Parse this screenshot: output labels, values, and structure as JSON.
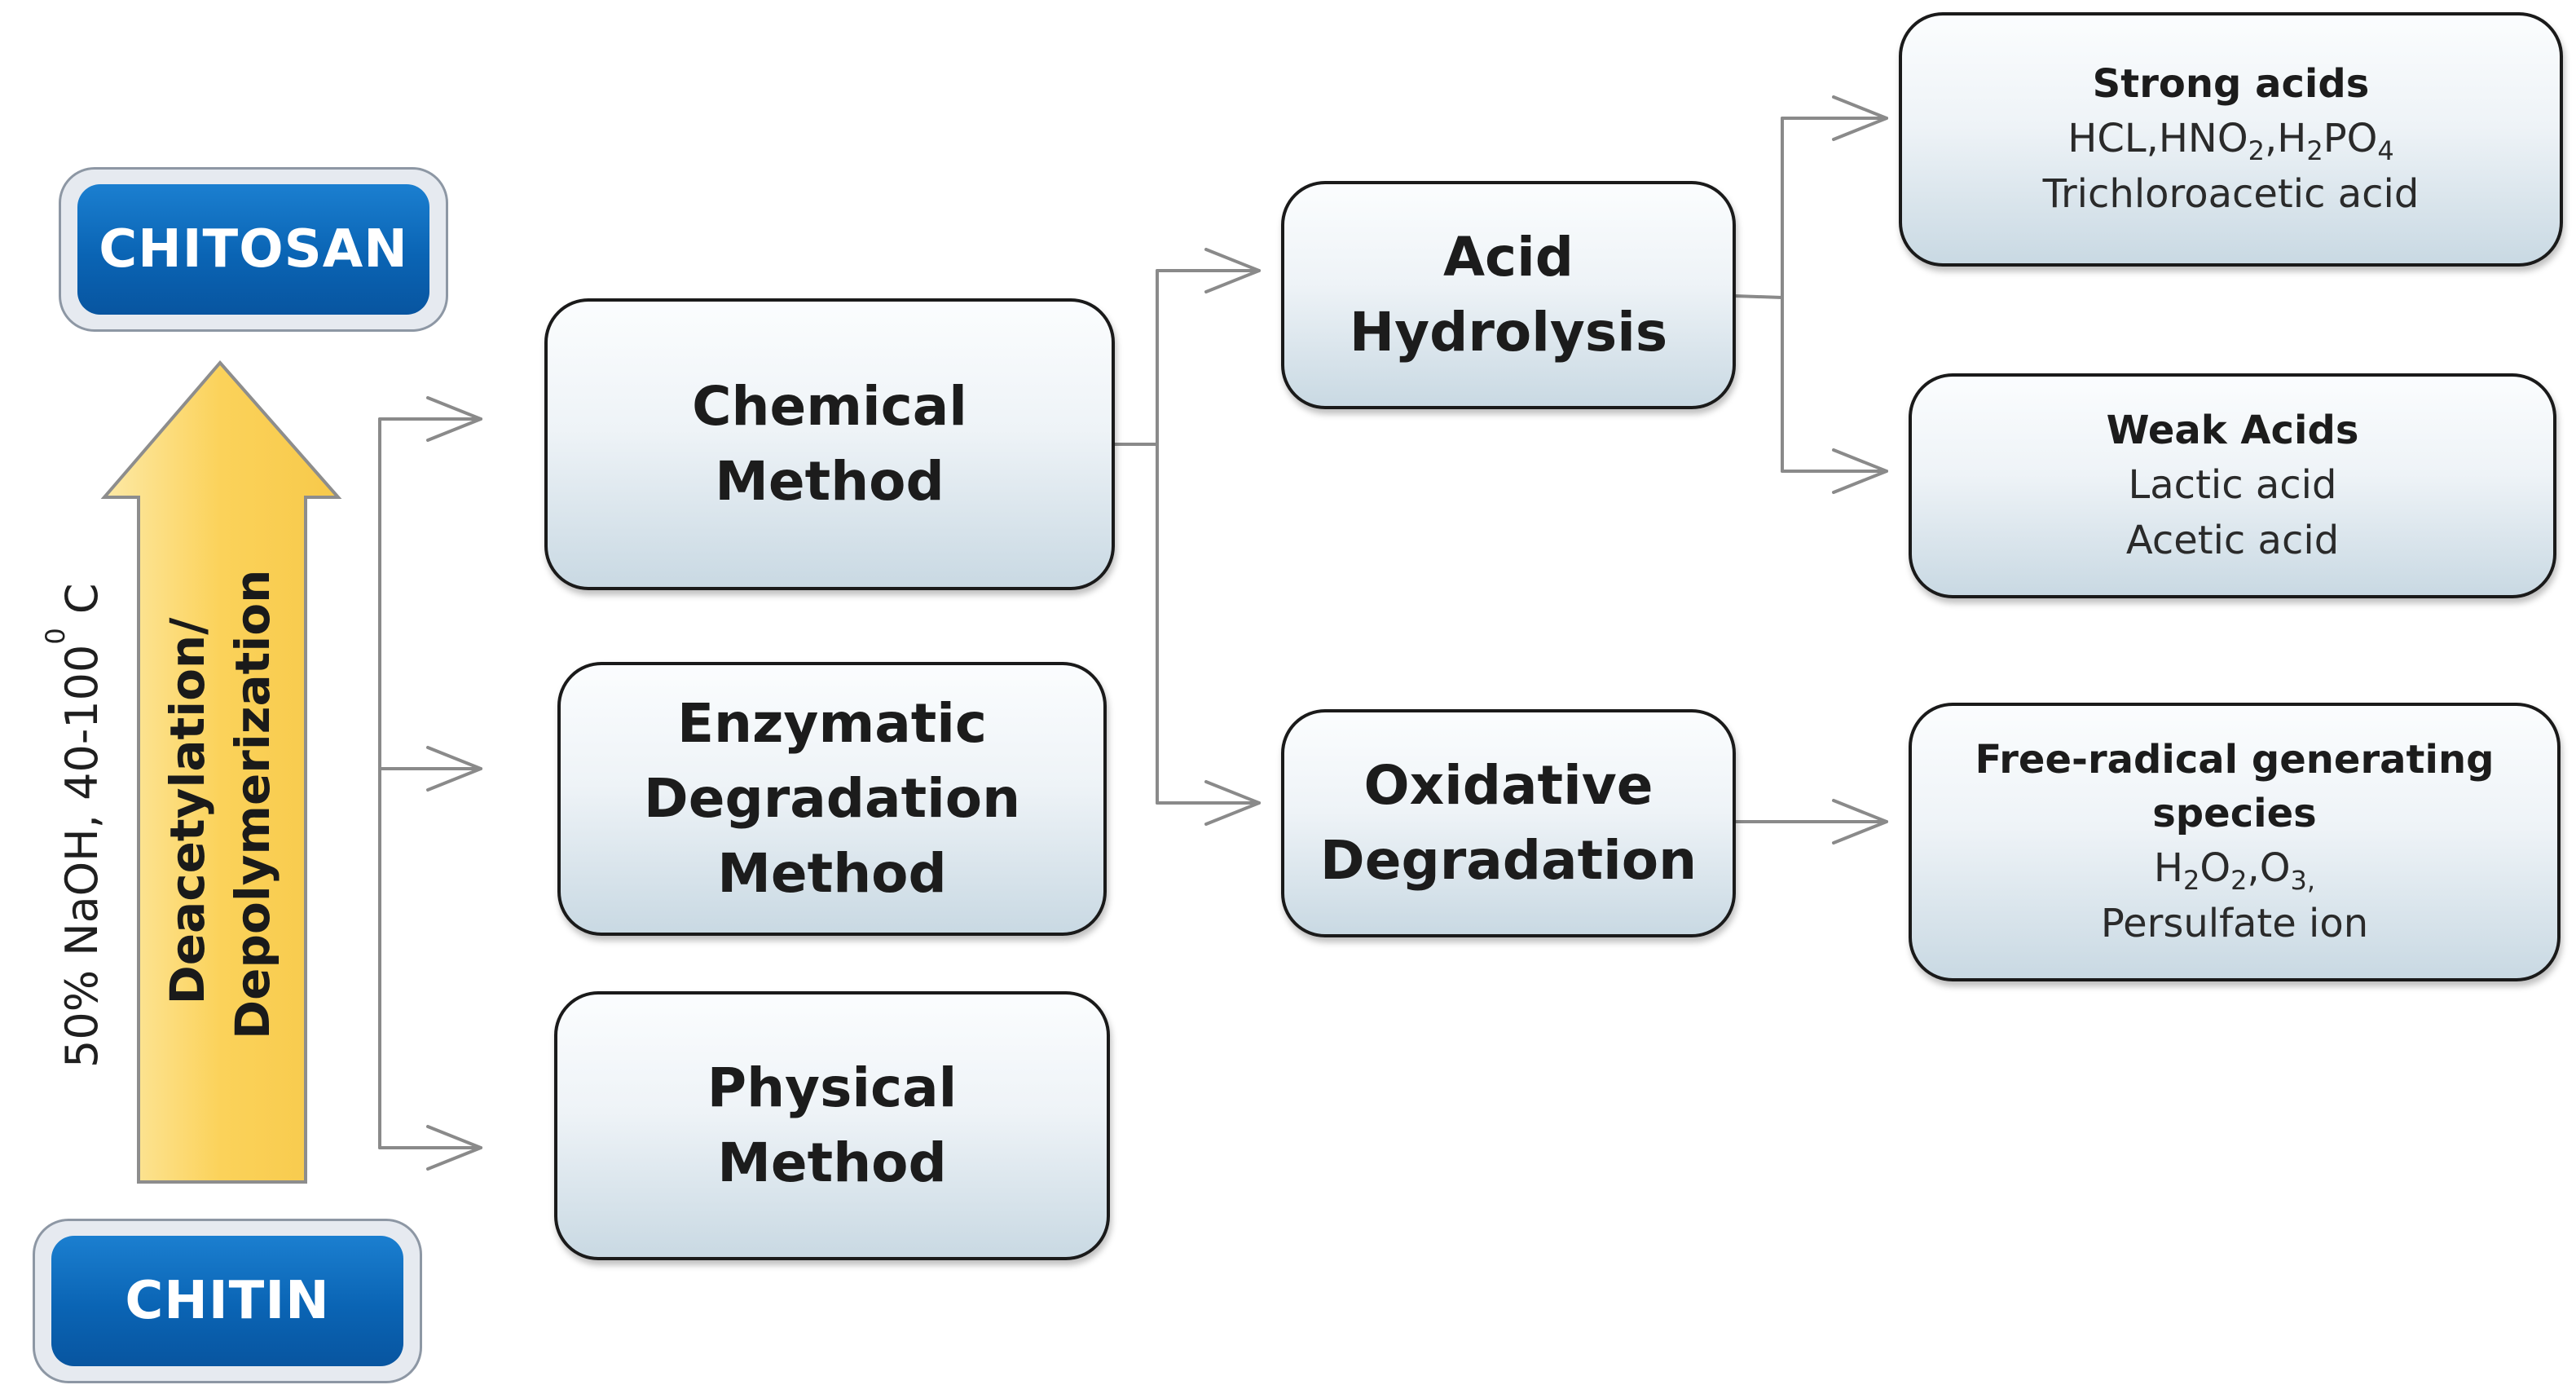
{
  "chitosan_label": "CHITOSAN",
  "chitin_label": "CHITIN",
  "conditions": {
    "prefix": "50% NaOH, 40-100",
    "degree": "0",
    "unit": "C"
  },
  "process_arrow": {
    "line1": "Deacetylation/",
    "line2": "Depolymerization"
  },
  "methods": {
    "chemical": [
      "Chemical",
      "Method"
    ],
    "enzymatic": [
      "Enzymatic",
      "Degradation",
      "Method"
    ],
    "physical": [
      "Physical",
      "Method"
    ]
  },
  "chemical_types": {
    "acid": [
      "Acid",
      "Hydrolysis"
    ],
    "oxidative": [
      "Oxidative",
      "Degradation"
    ]
  },
  "details": {
    "strong": {
      "title": "Strong acids",
      "f1": "HCL,HNO",
      "s1": "2",
      "f2": ",H",
      "s2": "2",
      "f3": "PO",
      "s3": "4",
      "line2": "Trichloroacetic acid"
    },
    "weak": {
      "title": "Weak Acids",
      "line1": "Lactic acid",
      "line2": "Acetic acid"
    },
    "radical": {
      "title1": "Free-radical generating",
      "title2": "species",
      "f1": "H",
      "s1": "2",
      "f2": "O",
      "s2": "2",
      "f3": ",O",
      "s3": "3,",
      "line2": "Persulfate ion"
    }
  },
  "colors": {
    "blue_box": "#0a64b4",
    "yellow_arrow": "#fbd460",
    "connector": "#8a8a8a"
  }
}
